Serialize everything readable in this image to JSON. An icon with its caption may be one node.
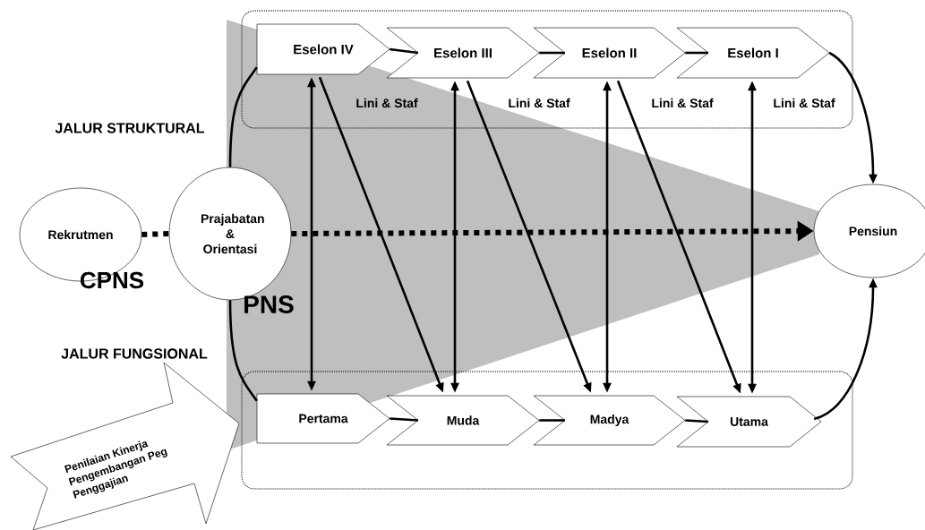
{
  "diagram": {
    "nodes": [
      {
        "text": [],
        "shape": "box"
      },
      {
        "text": [
          "Eselon IV"
        ],
        "in": 0
      },
      {
        "text": [
          "Eselon III"
        ],
        "in": 0
      },
      {
        "text": [
          "Eselon II"
        ],
        "in": 0
      },
      {
        "text": [
          "Eselon I"
        ],
        "in": 0
      },
      {
        "text": [
          "Rekrutmen"
        ]
      },
      {
        "text": [
          "Prajabatan & Orientasi"
        ]
      },
      {
        "text": [
          "Pensiun"
        ]
      },
      {
        "text": [],
        "shape": "box"
      },
      {
        "text": [
          "Pertama"
        ],
        "in": 8
      },
      {
        "text": [
          "Muda"
        ],
        "in": 8
      },
      {
        "text": [
          "Madya"
        ],
        "in": 8
      },
      {
        "text": [
          "Utama"
        ],
        "in": 8
      },
      {
        "text": [
          "Penilaian Kinerja",
          "Pengembangan Peg",
          "Penggajian"
        ]
      }
    ],
    "edges": [
      {
        "from": 5,
        "to": 6,
        "arrow": "none",
        "style": "dashed"
      },
      {
        "from": 6,
        "to": 7,
        "arrow": "to",
        "style": "dashed"
      },
      {
        "from": 6,
        "to": 1,
        "arrow": "none"
      },
      {
        "from": 6,
        "to": 9,
        "arrow": "none"
      },
      {
        "from": 1,
        "to": 2,
        "arrow": "none"
      },
      {
        "from": 2,
        "to": 3,
        "arrow": "none"
      },
      {
        "from": 3,
        "to": 4,
        "arrow": "none"
      },
      {
        "from": 9,
        "to": 10,
        "arrow": "none"
      },
      {
        "from": 10,
        "to": 11,
        "arrow": "none"
      },
      {
        "from": 11,
        "to": 12,
        "arrow": "none"
      },
      {
        "from": 4,
        "to": 7,
        "arrow": "to"
      },
      {
        "from": 12,
        "to": 7,
        "arrow": "to"
      },
      {
        "from": 1,
        "to": 9,
        "arrow": "both"
      },
      {
        "from": 2,
        "to": 10,
        "arrow": "both"
      },
      {
        "from": 3,
        "to": 11,
        "arrow": "both"
      },
      {
        "from": 4,
        "to": 12,
        "arrow": "both"
      },
      {
        "from": 1,
        "to": 10,
        "arrow": "to"
      },
      {
        "from": 2,
        "to": 11,
        "arrow": "to"
      },
      {
        "from": 3,
        "to": 12,
        "arrow": "to"
      }
    ],
    "labels": [
      "Lini & Staf",
      "Lini & Staf",
      "Lini & Staf",
      "Lini & Staf",
      "JALUR STRUKTURAL",
      "CPNS",
      "PNS",
      "JALUR FUNGSIONAL"
    ]
  }
}
